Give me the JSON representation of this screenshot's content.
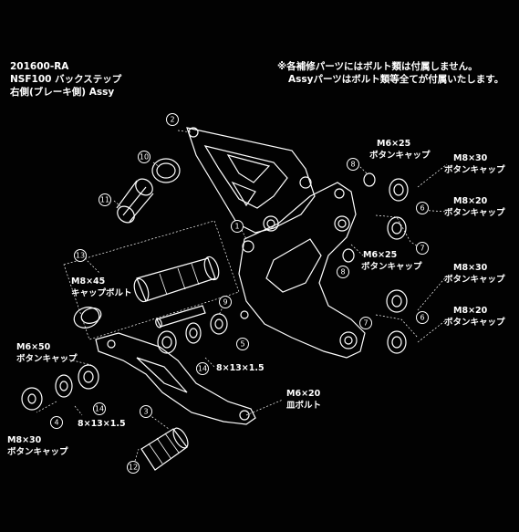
{
  "header": {
    "part_number": "201600-RA",
    "product": "NSF100 バックステップ",
    "side": "右側(ブレーキ側) Assy"
  },
  "notes": {
    "line1": "※各補修パーツにはボルト類は付属しません。",
    "line2": "Assyパーツはボルト類等全てが付属いたします。"
  },
  "callouts": {
    "m6x25_top": [
      "M6×25",
      "ボタンキャップ"
    ],
    "m8x30_a": [
      "M8×30",
      "ボタンキャップ"
    ],
    "m8x20_a": [
      "M8×20",
      "ボタンキャップ"
    ],
    "m6x25_mid": [
      "M6×25",
      "ボタンキャップ"
    ],
    "m8x30_b": [
      "M8×30",
      "ボタンキャップ"
    ],
    "m8x20_b": [
      "M8×20",
      "ボタンキャップ"
    ],
    "m8x45": [
      "M8×45",
      "キャップボルト"
    ],
    "m6x50": [
      "M6×50",
      "ボタンキャップ"
    ],
    "m8x30_c": [
      "M8×30",
      "ボタンキャップ"
    ],
    "m6x20": [
      "M6×20",
      "皿ボルト"
    ],
    "bearing_a": "8×13×1.5",
    "bearing_b": "8×13×1.5"
  },
  "part_numbers": [
    "1",
    "2",
    "3",
    "4",
    "5",
    "6",
    "6",
    "7",
    "7",
    "8",
    "8",
    "9",
    "10",
    "11",
    "12",
    "13",
    "14",
    "14"
  ]
}
